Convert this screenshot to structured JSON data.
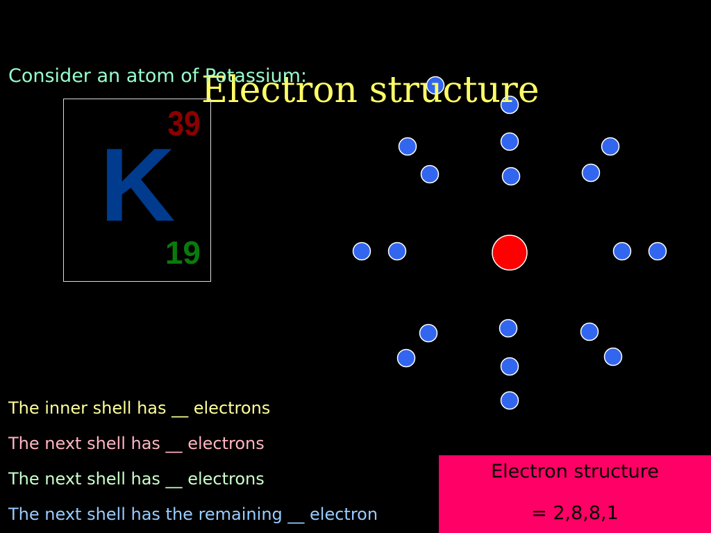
{
  "slide": {
    "title": "Electron structure",
    "intro": "Consider an atom of Potassium:"
  },
  "element": {
    "mass_number": "39",
    "symbol": "K",
    "atomic_number": "19"
  },
  "shells": {
    "line1": "The inner shell has __ electrons",
    "line2": "The next shell has __ electrons",
    "line3": "The next shell has __ electrons",
    "line4": "The next shell has the remaining __ electron"
  },
  "answer": {
    "label": "Electron structure",
    "value": "= 2,8,8,1"
  },
  "colors": {
    "nucleus": "#ff0000",
    "electron": "#3366ee"
  }
}
